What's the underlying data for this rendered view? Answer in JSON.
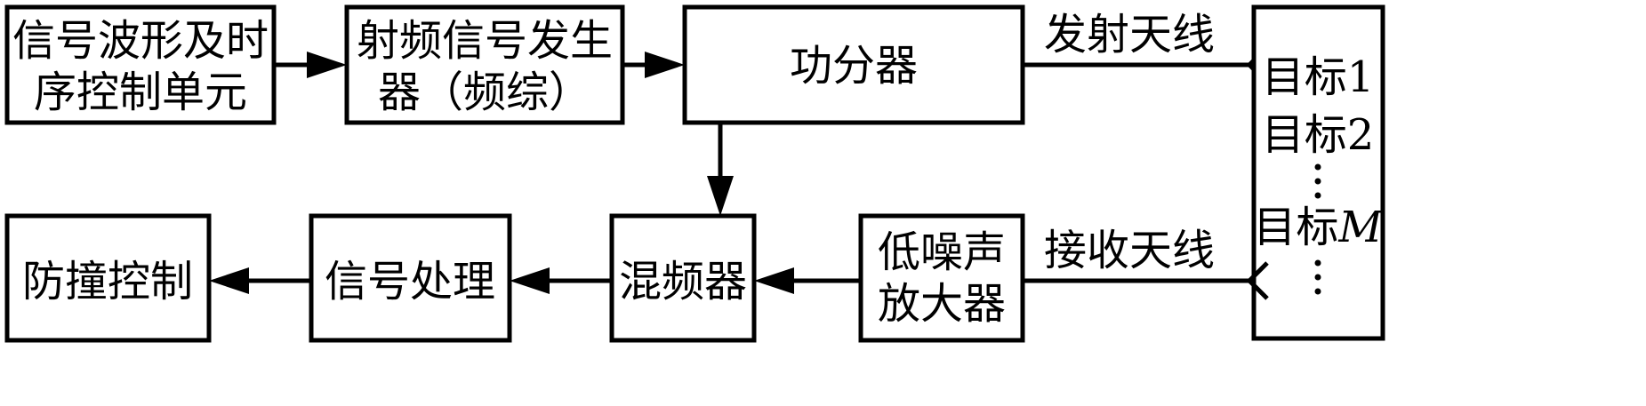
{
  "blocks": {
    "waveform_line1": "信号波形及时",
    "waveform_line2": "序控制单元",
    "rf_gen_line1": "射频信号发生",
    "rf_gen_line2": "器（频综）",
    "power_divider": "功分器",
    "mixer": "混频器",
    "signal_processing": "信号处理",
    "anti_collision": "防撞控制",
    "lna_line1": "低噪声",
    "lna_line2": "放大器",
    "targets": {
      "target1": "目标1",
      "target2": "目标2",
      "targetM_prefix": "目标",
      "targetM_suffix": "M"
    }
  },
  "labels": {
    "tx_antenna": "发射天线",
    "rx_antenna": "接收天线"
  }
}
